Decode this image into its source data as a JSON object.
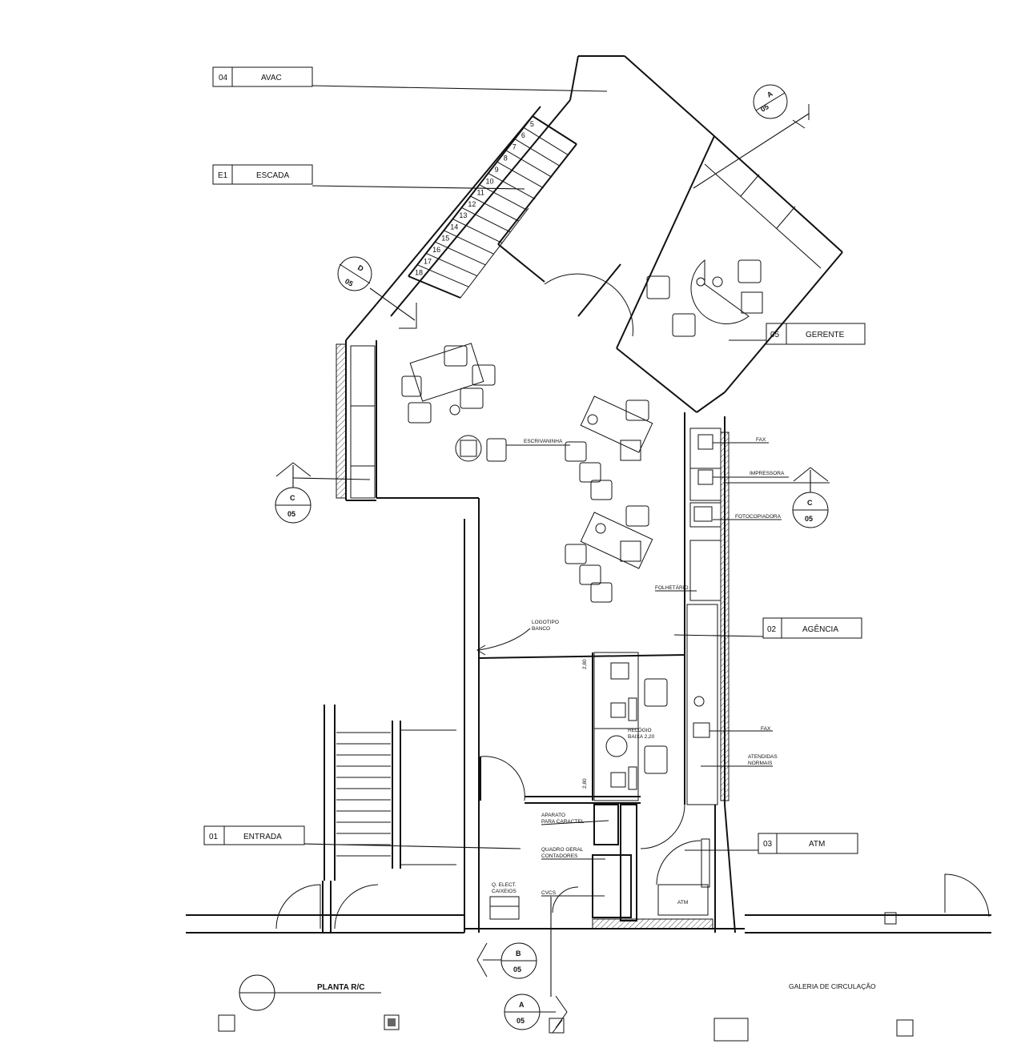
{
  "room_tags": [
    {
      "code": "04",
      "name": "AVAC"
    },
    {
      "code": "E1",
      "name": "ESCADA"
    },
    {
      "code": "05",
      "name": "GERENTE"
    },
    {
      "code": "02",
      "name": "AGÊNCIA"
    },
    {
      "code": "01",
      "name": "ENTRADA"
    },
    {
      "code": "03",
      "name": "ATM"
    }
  ],
  "section_markers": [
    {
      "letter": "A",
      "sheet": "05"
    },
    {
      "letter": "D",
      "sheet": "05"
    },
    {
      "letter": "C",
      "sheet": "05"
    },
    {
      "letter": "C",
      "sheet": "05"
    },
    {
      "letter": "B",
      "sheet": "05"
    },
    {
      "letter": "A",
      "sheet": "05"
    }
  ],
  "stair_steps": [
    "5",
    "6",
    "7",
    "8",
    "9",
    "10",
    "11",
    "12",
    "13",
    "14",
    "15",
    "16",
    "17",
    "18"
  ],
  "equipment_labels": {
    "fax_top": "FAX",
    "impressora": "IMPRESSORA",
    "fotocopiadora": "FOTOCOPIADORA",
    "folhetario": "FOLHETÁRIO",
    "escrivaninha": "ESCRIVANINHA",
    "logotipo": "LOGOTIPO",
    "logotipo_sub": "BANCO",
    "fax_bottom": "FAX",
    "atendidas": "ATENDIDAS",
    "atendidas_sub": "NORMAIS",
    "aparato": "APARATO",
    "aparato_sub": "PARA CARACTEL",
    "quadro": "QUADRO GERAL",
    "quadro_sub": "CONTADORES",
    "q_elect": "Q. ELECT.",
    "q_elect_sub": "CAIXEIOS",
    "cvcs": "CVCS",
    "atm_unit": "ATM",
    "relogio": "RELÓGIO",
    "relogio_sub": "BAIXA 2,20",
    "dim1": "2,80",
    "dim2": "2,80"
  },
  "plan_title": "PLANTA R/C",
  "gallery_label": "GALERIA DE CIRCULAÇÃO",
  "colors": {
    "line": "#111111",
    "paper": "#ffffff"
  }
}
